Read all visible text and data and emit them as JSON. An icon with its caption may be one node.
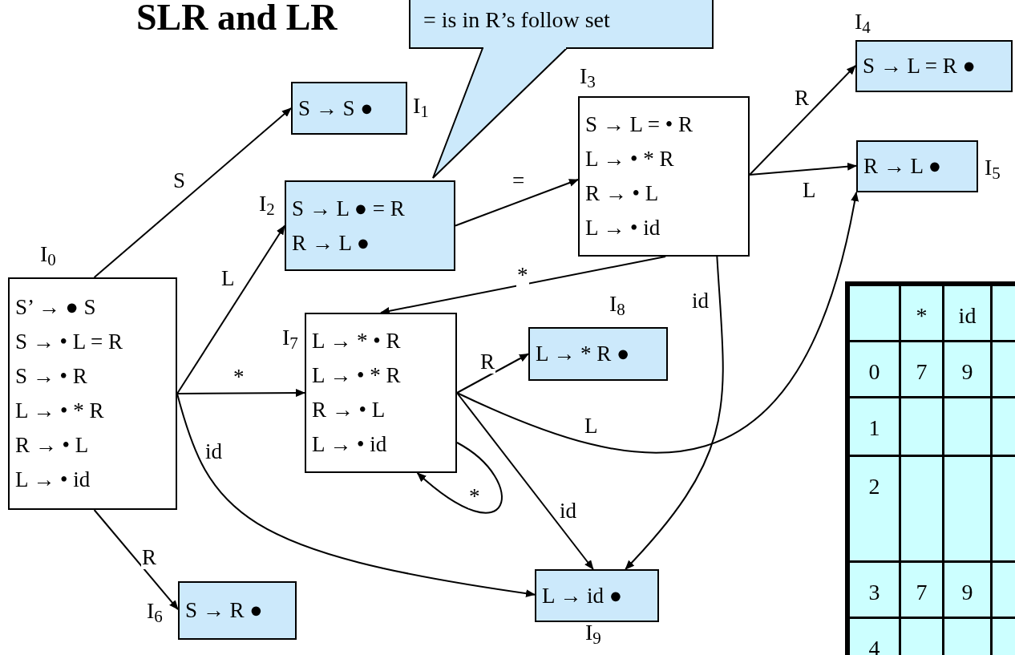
{
  "diagram": {
    "title": "SLR and LR",
    "nodes": [
      {
        "text": [
          "S’ → ● S",
          "S → • L = R",
          "S → • R",
          "L → • * R",
          "R → • L",
          "L → • id"
        ],
        "beside": [
          "I$_{0}$"
        ]
      },
      {
        "text": [
          "S → S ●"
        ],
        "beside": [
          "I$_{1}$"
        ]
      },
      {
        "text": [
          "S → L ● = R",
          "R → L ●"
        ],
        "beside": [
          "I$_{2}$"
        ]
      },
      {
        "text": [
          "S → L = • R",
          "L → • * R",
          "R → • L",
          "L → • id"
        ],
        "beside": [
          "I$_{3}$"
        ]
      },
      {
        "text": [
          "S → L = R ●"
        ],
        "beside": [
          "I$_{4}$"
        ]
      },
      {
        "text": [
          "R → L ●"
        ],
        "beside": [
          "I$_{5}$"
        ]
      },
      {
        "text": [
          "S → R ●"
        ],
        "beside": [
          "I$_{6}$"
        ]
      },
      {
        "text": [
          "L → * • R",
          "L → • * R",
          "R → • L",
          "L → • id"
        ],
        "beside": [
          "I$_{7}$"
        ]
      },
      {
        "text": [
          "L → * R ●"
        ],
        "beside": [
          "I$_{8}$"
        ]
      },
      {
        "text": [
          "L → id ●"
        ],
        "beside": [
          "I$_{9}$"
        ]
      },
      {
        "text": [
          "= is in R’s follow set"
        ]
      }
    ],
    "edges": [
      {
        "from": 0,
        "to": 1,
        "arrow": "to",
        "label": "S"
      },
      {
        "from": 0,
        "to": 2,
        "arrow": "to",
        "label": "L"
      },
      {
        "from": 0,
        "to": 7,
        "arrow": "to",
        "label": "*"
      },
      {
        "from": 0,
        "to": 9,
        "arrow": "to",
        "label": "id"
      },
      {
        "from": 0,
        "to": 6,
        "arrow": "to",
        "label": "R"
      },
      {
        "from": 2,
        "to": 3,
        "arrow": "to",
        "label": "="
      },
      {
        "from": 3,
        "to": 4,
        "arrow": "to",
        "label": "R"
      },
      {
        "from": 3,
        "to": 5,
        "arrow": "to",
        "label": "L"
      },
      {
        "from": 3,
        "to": 7,
        "arrow": "to",
        "label": "*"
      },
      {
        "from": 3,
        "to": 9,
        "arrow": "to",
        "label": "id"
      },
      {
        "from": 7,
        "to": 8,
        "arrow": "to",
        "label": "R"
      },
      {
        "from": 7,
        "to": 5,
        "arrow": "to",
        "label": "L"
      },
      {
        "from": 7,
        "to": 9,
        "arrow": "to",
        "label": "id"
      },
      {
        "from": 7,
        "to": 7,
        "arrow": "to",
        "label": "*"
      }
    ],
    "labels": [
      "*",
      "id",
      "0",
      "7",
      "9",
      "1",
      "2",
      "3",
      "7",
      "9",
      "4"
    ]
  }
}
